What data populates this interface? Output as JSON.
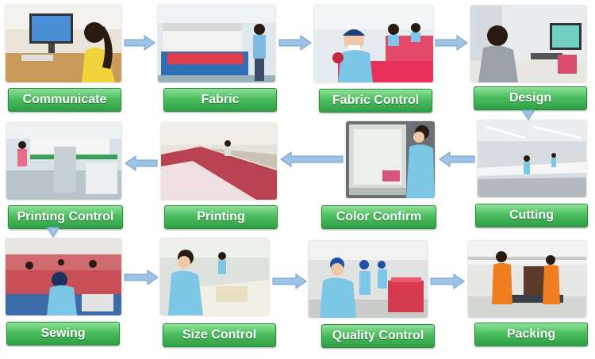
{
  "colors": {
    "label_green": "#4cbe5f",
    "label_border": "#2a8d3c",
    "arrow_blue": "#9ec3e6",
    "arrow_stroke": "#6f9fcf"
  },
  "steps": [
    {
      "label": "Communicate"
    },
    {
      "label": "Fabric"
    },
    {
      "label": "Fabric Control"
    },
    {
      "label": "Design"
    },
    {
      "label": "Cutting"
    },
    {
      "label": "Color Confirm"
    },
    {
      "label": "Printing"
    },
    {
      "label": "Printing Control"
    },
    {
      "label": "Sewing"
    },
    {
      "label": "Size Control"
    },
    {
      "label": "Quality Control"
    },
    {
      "label": "Packing"
    }
  ]
}
